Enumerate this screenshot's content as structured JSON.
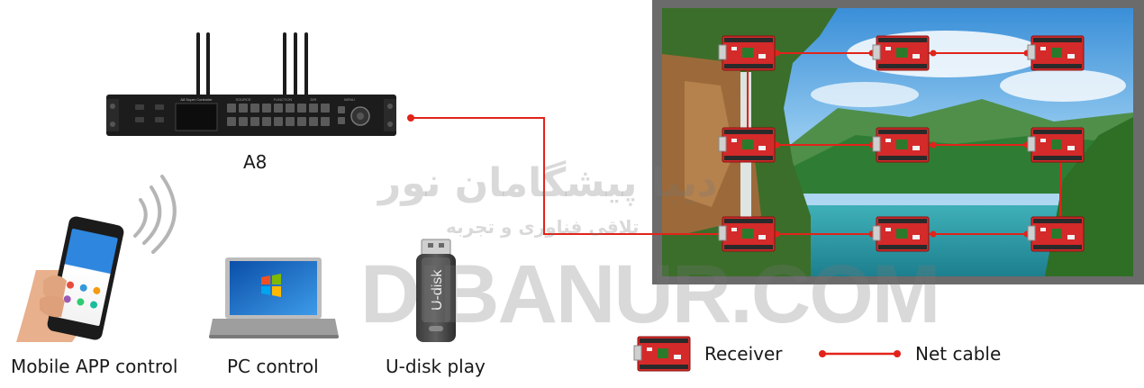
{
  "controller": {
    "label": "A8",
    "screen_title": "A8 Super Controller",
    "group_labels": [
      "SOURCE",
      "FUNCTION",
      "DIR",
      "MENU"
    ]
  },
  "devices": {
    "mobile_label": "Mobile APP control",
    "pc_label": "PC control",
    "udisk_label": "U-disk play",
    "udisk_text": "U-disk"
  },
  "legend": {
    "receiver_label": "Receiver",
    "cable_label": "Net cable"
  },
  "watermark": {
    "main": "DIBANUR.COM",
    "persian_line1": "دیبا پیشگامان نور",
    "persian_line2": "تلاقی فناوری و تجربه"
  },
  "colors": {
    "cable": "#e2231a",
    "receiver": "#d42a2a",
    "frame": "#6b6b6b",
    "controller": "#1c1c1c"
  }
}
